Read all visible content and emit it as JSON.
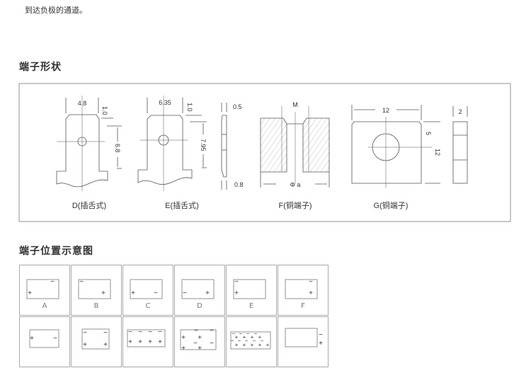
{
  "intro_text": "到达负极的通道。",
  "section_shapes": {
    "title": "端子形状",
    "D": {
      "caption": "D(插舌式)",
      "width": "4.8",
      "top": "1.0",
      "height": "6.8"
    },
    "E": {
      "caption": "E(插舌式)",
      "width": "6.35",
      "top": "1.0",
      "height": "7.95",
      "thick_top": "0.5",
      "thick_bottom": "0.8"
    },
    "F": {
      "caption": "F(铜端子)",
      "slot": "M",
      "diameter": "Φ a"
    },
    "G": {
      "caption": "G(铜端子)",
      "width": "12",
      "hole": "5",
      "height": "12",
      "thick": "2"
    }
  },
  "section_positions": {
    "title": "端子位置示意图",
    "cells": [
      {
        "label": "A",
        "signs": [
          "−",
          "+"
        ]
      },
      {
        "label": "B",
        "signs": [
          "−",
          "+"
        ]
      },
      {
        "label": "C",
        "signs": [
          "+",
          "−"
        ]
      },
      {
        "label": "D",
        "signs": [
          "−",
          "+"
        ]
      },
      {
        "label": "E",
        "signs": [
          "−",
          "+"
        ]
      },
      {
        "label": "F",
        "signs": [
          "−",
          "+"
        ]
      },
      {
        "label": "",
        "signs": [
          "+",
          "−"
        ]
      },
      {
        "label": "",
        "signs": [
          "−",
          "−",
          "+",
          "+"
        ]
      },
      {
        "label": "",
        "signs": [
          "−",
          "−",
          "−",
          "−",
          "+",
          "+",
          "+",
          "+"
        ]
      },
      {
        "label": "",
        "signs": [
          "−",
          "−",
          "+",
          "+",
          "−",
          "−",
          "+",
          "+"
        ]
      },
      {
        "label": "",
        "signs": [
          "−",
          "−",
          "−",
          "−",
          "+",
          "+",
          "+",
          "+",
          "−",
          "−",
          "−",
          "−",
          "−",
          "+",
          "+",
          "+",
          "+",
          "+"
        ]
      },
      {
        "label": "",
        "signs": [
          "−",
          "+"
        ]
      }
    ]
  }
}
